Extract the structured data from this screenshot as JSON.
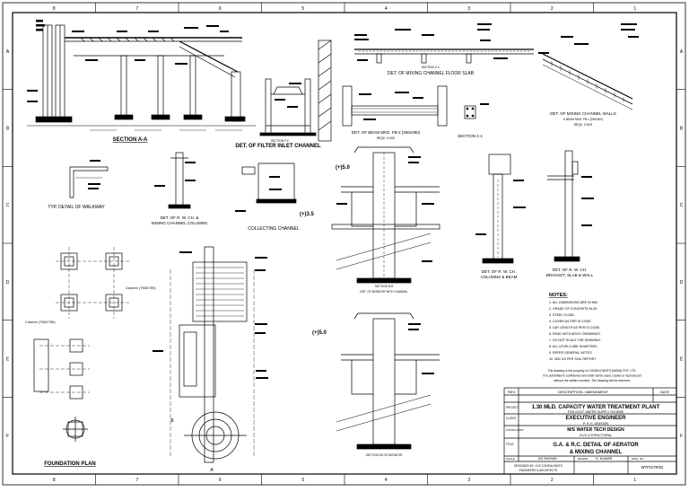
{
  "border": {
    "cols_top": [
      "8",
      "7",
      "6",
      "5",
      "4",
      "3",
      "2",
      "1"
    ],
    "rows_side": [
      "A",
      "B",
      "C",
      "D",
      "E",
      "F"
    ]
  },
  "views": {
    "section_aa": "SECTION A-A",
    "section_ff_1": "SECTION F-F",
    "section_ff_2": "DET. OF FILTER INLET CHANNEL",
    "section_cc_1": "SECTION C-C",
    "section_cc_2": "DET. OF MIXING CHANNEL FLOOR SLAB",
    "beam_1": "DET. OF BEAM MKD. FB-2 (250x380)",
    "beam_2": "REQD. 2 NOS",
    "section_11": "SECTION 1-1",
    "mixing_walls_1": "DET. OF MIXING CHANNEL WALLS",
    "mixing_walls_2": "& BEAM MKD. FB-1 (250x300)",
    "mixing_walls_3": "REQD. 2 NOS",
    "walkway": "TYP. DETAIL OF WALKWAY",
    "rw_col_1": "DET. OF R. W. CH. &",
    "rw_col_2": "MIXING CHANNEL COLUMNS",
    "collecting": "COLLECTING CHANNEL",
    "section_bb": "SECTION B-B",
    "section_bb_2": "DET. OF AERATOR WITH CHANNEL",
    "col_mkd_1": "DET. OF R. W. CH.",
    "col_mkd_2": "COLUMNS & BEAM",
    "bracket_1": "DET. OF R. W. CH.",
    "bracket_2": "BRACKET, SLAB & WALL",
    "section_dd": "SECTION DD OF AERATOR",
    "foundation": "FOUNDATION PLAN",
    "level_1": "(+)5.0",
    "level_2": "(+)3.5",
    "level_3": "(+)5.0",
    "col_tag_1": "Column (750X750)",
    "col_tag_2": "Column (750X750)",
    "sec_a": "A",
    "sec_b": "B"
  },
  "notes": {
    "heading": "NOTES:",
    "items": [
      "1. ALL DIMENSIONS ARE IN MM.",
      "2. GRADE OF CONCRETE M-25.",
      "3. STEEL Fe-500.",
      "4. COVER AS PER IS CODE.",
      "5. LAP LENGTH AS PER IS CODE.",
      "6. READ WITH ARCH. DRAWINGS.",
      "7. DO NOT SCALE THE DRAWING.",
      "8. ALL LEVELS ARE IN METRES.",
      "9. REFER GENERAL NOTES.",
      "10. SBC AS PER SOIL REPORT."
    ]
  },
  "disclaimer": [
    "The drawing is the property of CONSULTANTS (INDIA) PVT. LTD.",
    "It is submitted in confidence and shall not be used, copied or reproduced",
    "without the written consent. The drawing will be returned."
  ],
  "title_block": {
    "rev_header": "REV.",
    "desc_header": "DESCRIPTION / AMENDMENT",
    "date_header": "DATE",
    "project_label": "PROJECT",
    "project": "1.30 MLD. CAPACITY WATER TREATMENT PLANT",
    "project_sub": "FOR GOVT. WATER SUPPLY SCHEME",
    "client_label": "CLIENT",
    "client": "EXECUTIVE ENGINEER",
    "client_sub": "P. H. E. DIVISION",
    "consultant_label": "CONSULTANT",
    "consultant": "M/S WATER TECH DESIGN",
    "consultant_sub": "CIVIL & STRUCTURAL",
    "title_label": "TITLE",
    "title_1": "G.A. & R.C. DETAIL OF AERATOR",
    "title_2": "& MIXING CHANNEL",
    "scale_label": "SCALE",
    "scale": "AS SHOWN",
    "drawn_label": "DRAWN",
    "drawn": "S. KUMAR",
    "dwg_no_label": "DWG. NO.",
    "dwg_no": "WTP/STR/02",
    "firm_1": "DESIGNED BY: XYZ CONSULTANTS",
    "firm_2": "ENGINEERS & ARCHITECTS"
  }
}
